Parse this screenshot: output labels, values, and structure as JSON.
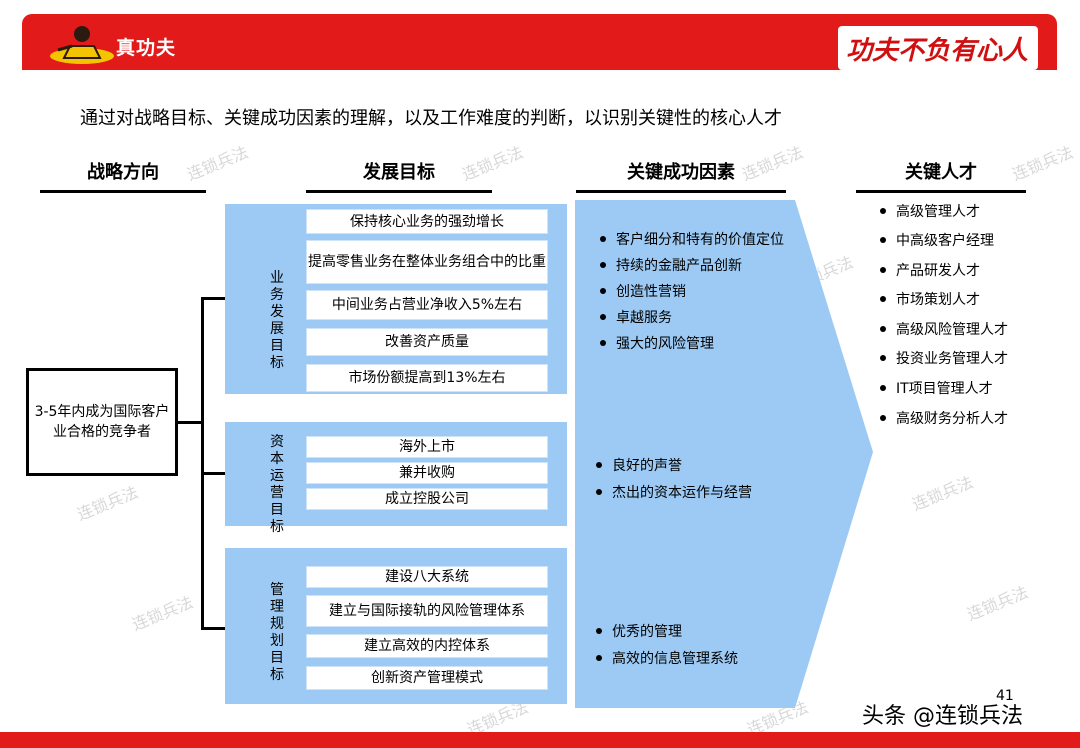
{
  "header": {
    "brand": "真功夫",
    "slogan": "功夫不负有心人"
  },
  "intro": "通过对战略目标、关键成功因素的理解，以及工作难度的判断，以识别关键性的核心人才",
  "columns": {
    "strategy": "战略方向",
    "goals": "发展目标",
    "factors": "关键成功因素",
    "talent": "关键人才"
  },
  "strategy_goal": "3-5年内成为国际客户业合格的竞争者",
  "groups": [
    {
      "label": "业务发展目标",
      "items": [
        "保持核心业务的强劲增长",
        "提高零售业务在整体业务组合中的比重",
        "中间业务占营业净收入5%左右",
        "改善资产质量",
        "市场份额提高到13%左右"
      ]
    },
    {
      "label": "资本运营目标",
      "items": [
        "海外上市",
        "兼并收购",
        "成立控股公司"
      ]
    },
    {
      "label": "管理规划目标",
      "items": [
        "建设八大系统",
        "建立与国际接轨的风险管理体系",
        "建立高效的内控体系",
        "创新资产管理模式"
      ]
    }
  ],
  "factors": [
    [
      "客户细分和特有的价值定位",
      "持续的金融产品创新",
      "创造性营销",
      "卓越服务",
      "强大的风险管理"
    ],
    [
      "良好的声誉",
      "杰出的资本运作与经营"
    ],
    [
      "优秀的管理",
      "高效的信息管理系统"
    ]
  ],
  "talents": [
    "高级管理人才",
    "中高级客户经理",
    "产品研发人才",
    "市场策划人才",
    "高级风险管理人才",
    "投资业务管理人才",
    "IT项目管理人才",
    "高级财务分析人才"
  ],
  "page_number": "41",
  "watermark": "连锁兵法",
  "source_credit": "头条 @连锁兵法",
  "colors": {
    "header_red": "#e21a1a",
    "panel_blue": "#9ccaf4"
  }
}
